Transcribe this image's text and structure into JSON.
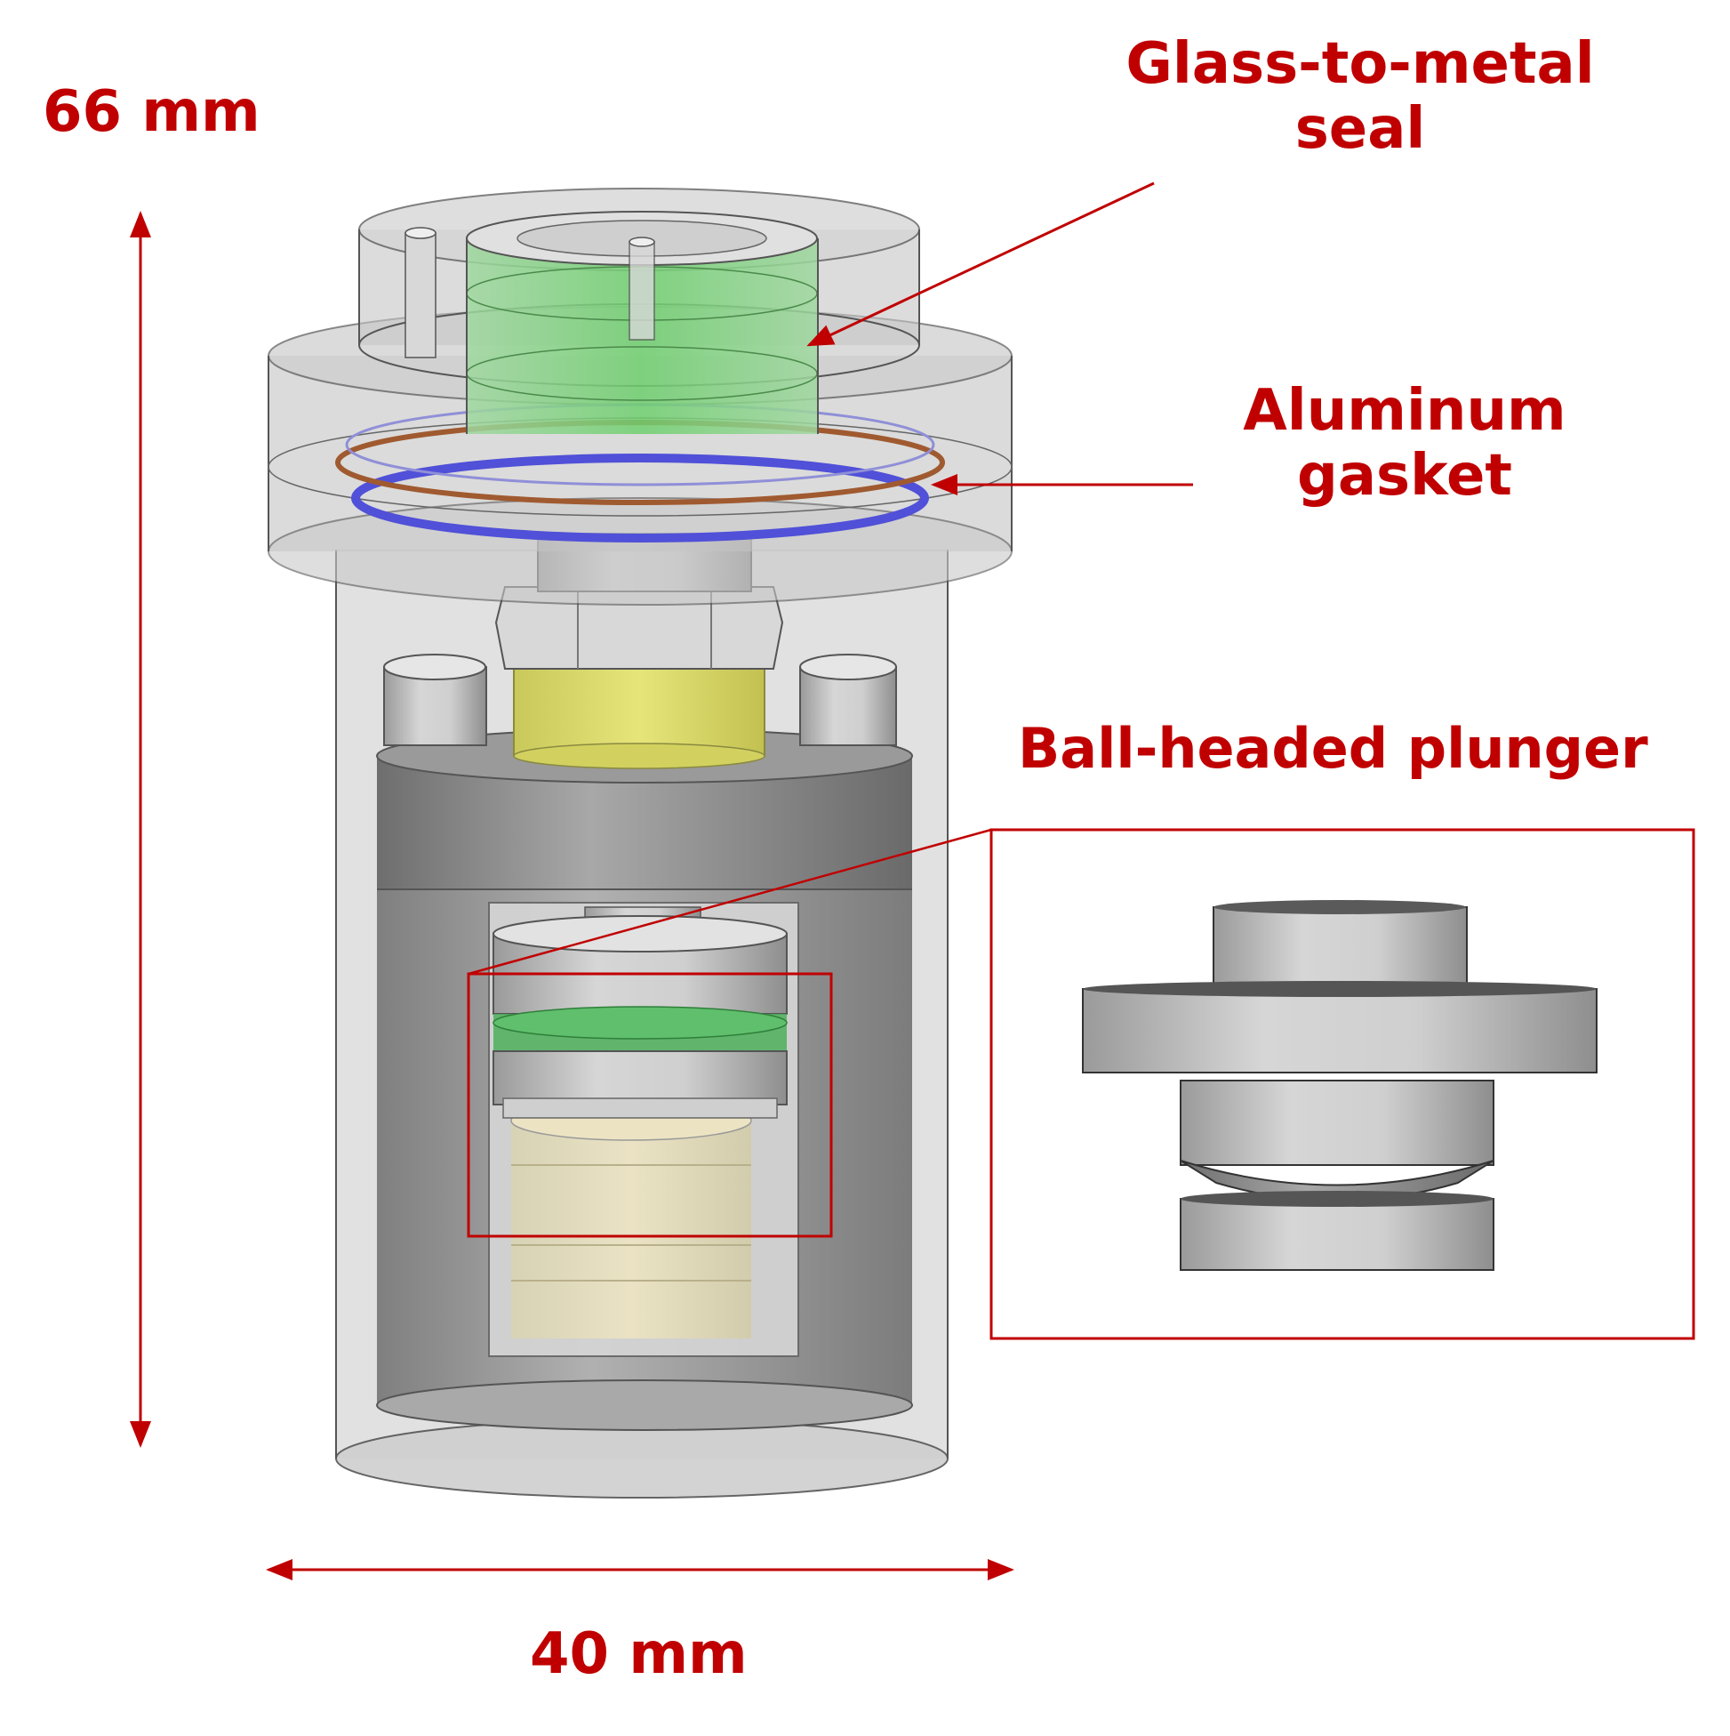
{
  "labels": {
    "height_dimension": "66 mm",
    "width_dimension": "40 mm",
    "seal_line1": "Glass-to-metal",
    "seal_line2": "seal",
    "gasket_line1": "Aluminum",
    "gasket_line2": "gasket",
    "plunger": "Ball-headed plunger"
  },
  "colors": {
    "annotation": "#c00000",
    "glass_seal": "#7ed07e",
    "gasket_blue": "#5050d8",
    "gasket_brown": "#a05a30",
    "yellow_part": "#e0df70",
    "green_ring": "#4caf5a"
  }
}
